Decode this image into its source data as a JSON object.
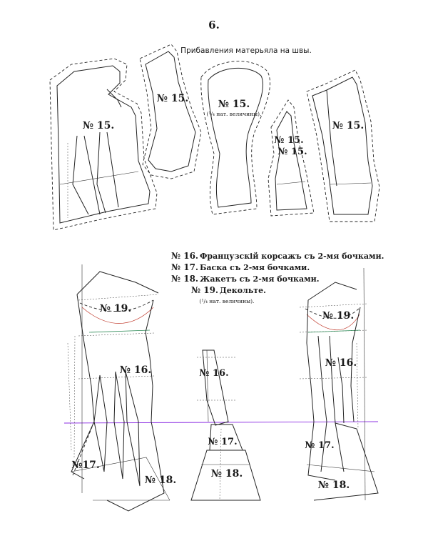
{
  "header": {
    "page_number": "6.",
    "subtitle": "Прибавления матерьяла на швы."
  },
  "top_pieces": [
    {
      "label": "№ 15."
    },
    {
      "label": "№ 15."
    },
    {
      "label": "№ 15.",
      "note": "(¹/₄ нат. величины)."
    },
    {
      "label": "№ 15."
    },
    {
      "label": "№ 15."
    }
  ],
  "legend": {
    "rows": [
      {
        "num": "№ 16.",
        "text": "Французскій корсажъ съ 2-мя бочками."
      },
      {
        "num": "№ 17.",
        "text": "Баска съ 2-мя бочками."
      },
      {
        "num": "№ 18.",
        "text": "Жакетъ съ 2-мя бочками."
      },
      {
        "num": "№ 19.",
        "text": "Декольте."
      }
    ],
    "scale_note": "(¹/₄ нат. величины)."
  },
  "lower_labels": {
    "left": [
      "№ 19.",
      "№ 16.",
      "№17.",
      "№ 18."
    ],
    "middle": [
      "№ 16.",
      "№ 17.",
      "№ 18."
    ],
    "right": [
      "№ 19.",
      "№ 16.",
      "№ 17.",
      "№ 18."
    ]
  }
}
